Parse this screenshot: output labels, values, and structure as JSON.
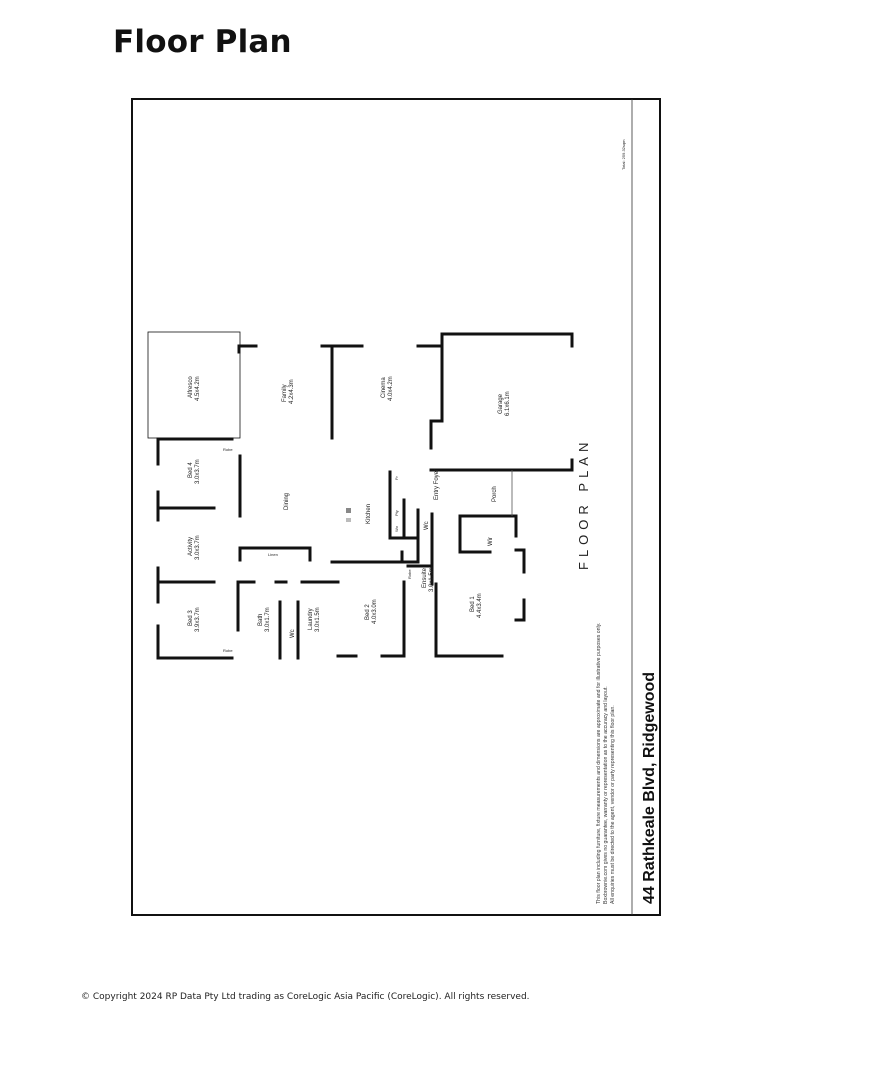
{
  "header": {
    "title": "Floor Plan"
  },
  "plan": {
    "address": "44 Rathkeale Blvd, Ridgewood",
    "plan_title": "FLOOR PLAN",
    "total_area": "Total: 259.32sqm",
    "disclaimer": [
      "This floor plan including furniture, fixture measurements and dimensions are approximate and for illustrative purposes only.",
      "Boxbrownie.com gives no guarantee, warranty or representation as to the accuracy and layout.",
      "All enquiries must be directed to the agent, vendor or party representing this floor plan."
    ],
    "rooms": {
      "alfresco": {
        "name": "Alfresco",
        "size": "4.5x4.2m"
      },
      "family": {
        "name": "Family",
        "size": "4.2x4.3m"
      },
      "cinema": {
        "name": "Cinema",
        "size": "4.0x4.2m"
      },
      "garage": {
        "name": "Garage",
        "size": "6.1x6.1m"
      },
      "bed4": {
        "name": "Bed 4",
        "size": "3.0x3.7m"
      },
      "activity": {
        "name": "Activity",
        "size": "3.0x3.7m"
      },
      "bed3": {
        "name": "Bed 3",
        "size": "3.9x3.7m"
      },
      "bath": {
        "name": "Bath",
        "size": "3.0x1.7m"
      },
      "laundry": {
        "name": "Laundry",
        "size": "3.0x1.5m"
      },
      "bed2": {
        "name": "Bed 2",
        "size": "4.0x3.0m"
      },
      "ensuite": {
        "name": "Ensuite",
        "size": "3.0x1.5m"
      },
      "bed1": {
        "name": "Bed 1",
        "size": "4.4x3.4m"
      },
      "dining": {
        "name": "Dining"
      },
      "kitchen": {
        "name": "Kitchen"
      },
      "entry": {
        "name": "Entry Foyer"
      },
      "porch": {
        "name": "Porch"
      },
      "wc1": {
        "name": "Wc"
      },
      "wc2": {
        "name": "Wc"
      },
      "wir": {
        "name": "Wir"
      },
      "robe": {
        "name": "Robe"
      },
      "pty": {
        "name": "Pty"
      },
      "wo": {
        "name": "Wo"
      },
      "fr": {
        "name": "Fr"
      },
      "linen": {
        "name": "Linen"
      },
      "robe_bed4": {
        "name": "Robe"
      },
      "robe_bed3": {
        "name": "Robe"
      }
    }
  },
  "footer": {
    "copyright": "© Copyright 2024 RP Data Pty Ltd trading as CoreLogic Asia Pacific (CoreLogic).  All rights reserved."
  }
}
